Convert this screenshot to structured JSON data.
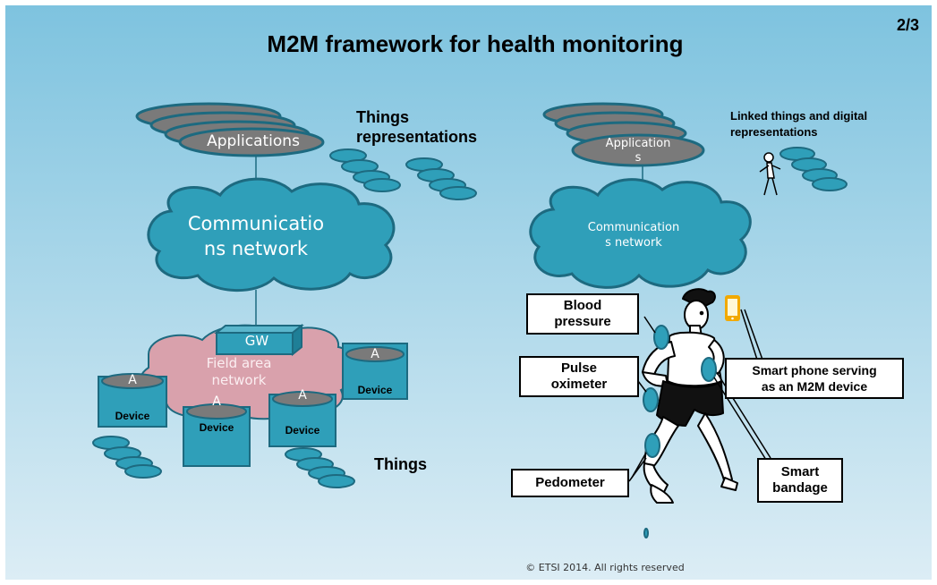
{
  "slide": {
    "title": "M2M framework for health monitoring",
    "page_number": "2/3",
    "footer": "© ETSI 2014. All rights reserved"
  },
  "left_diagram": {
    "applications_label": "Applications",
    "things_representations_label": [
      "Things",
      "representations"
    ],
    "network_label": [
      "Communicatio",
      "ns network"
    ],
    "field_area_label": [
      "Field area",
      "network"
    ],
    "gateway_label": "GW",
    "app_marker": "A",
    "device_label": "Device",
    "things_label": "Things"
  },
  "right_diagram": {
    "applications_label": [
      "Application",
      "s"
    ],
    "linked_things_label": [
      "Linked things and digital",
      "representations"
    ],
    "network_label": [
      "Communication",
      "s network"
    ],
    "sensors": {
      "blood_pressure": [
        "Blood",
        "pressure"
      ],
      "pulse_oximeter": [
        "Pulse",
        "oximeter"
      ],
      "pedometer": "Pedometer",
      "smart_bandage": [
        "Smart",
        "bandage"
      ],
      "smart_phone": [
        "Smart phone serving",
        "as an M2M device"
      ]
    }
  },
  "colors": {
    "background_top": "#7ec3df",
    "background_bottom": "#d8ecf4",
    "teal": "#2f9fb9",
    "teal_dark": "#1d6a80",
    "gray_disc": "#7a7a7a",
    "field_pink": "#d9a1ac",
    "phone_orange": "#f2a900"
  },
  "icons": [
    "cloud-icon",
    "ellipse-stack-icon",
    "runner-icon",
    "smartphone-icon",
    "device-cylinder-icon"
  ]
}
